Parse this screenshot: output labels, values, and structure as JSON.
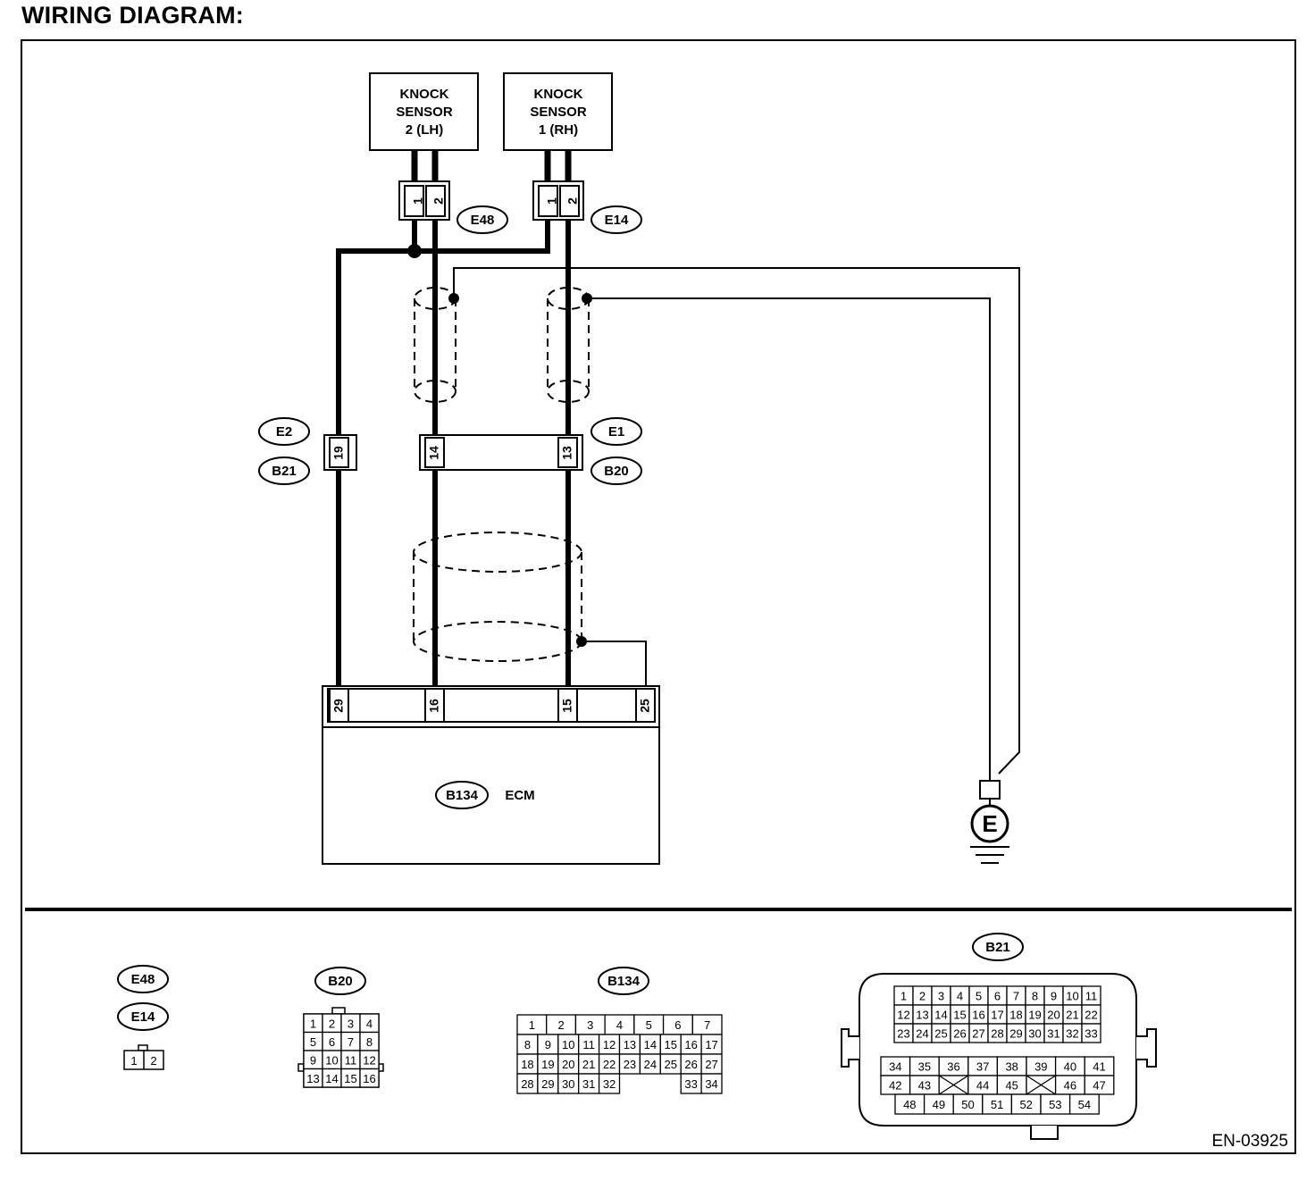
{
  "title": "WIRING DIAGRAM:",
  "components": {
    "ks2": {
      "lines": [
        "KNOCK",
        "SENSOR",
        "2 (LH)"
      ]
    },
    "ks1": {
      "lines": [
        "KNOCK",
        "SENSOR",
        "1 (RH)"
      ]
    },
    "ecm": {
      "label": "ECM",
      "connector": "B134"
    },
    "ground": {
      "label": "E"
    }
  },
  "connectors": {
    "e48": {
      "id": "E48",
      "pins": [
        "1",
        "2"
      ]
    },
    "e14": {
      "id": "E14",
      "pins": [
        "1",
        "2"
      ]
    },
    "e2": {
      "id": "E2",
      "pin": "19"
    },
    "b21": {
      "id": "B21"
    },
    "e1": {
      "id": "E1",
      "pins": [
        "14",
        "13"
      ]
    },
    "b20": {
      "id": "B20"
    },
    "ecm_pins": [
      "29",
      "16",
      "15",
      "25"
    ]
  },
  "faces": {
    "e48_e14": {
      "ids": [
        "E48",
        "E14"
      ],
      "pins": [
        "1",
        "2"
      ]
    },
    "b20": {
      "id": "B20",
      "rows": [
        [
          "1",
          "2",
          "3",
          "4"
        ],
        [
          "5",
          "6",
          "7",
          "8"
        ],
        [
          "9",
          "10",
          "11",
          "12"
        ],
        [
          "13",
          "14",
          "15",
          "16"
        ]
      ]
    },
    "b134": {
      "id": "B134",
      "row1": [
        "1",
        "2",
        "3",
        "4",
        "5",
        "6",
        "7"
      ],
      "row2": [
        "8",
        "9",
        "10",
        "11",
        "12",
        "13",
        "14",
        "15",
        "16",
        "17"
      ],
      "row3": [
        "18",
        "19",
        "20",
        "21",
        "22",
        "23",
        "24",
        "25",
        "26",
        "27"
      ],
      "row4": [
        "28",
        "29",
        "30",
        "31",
        "32",
        "33",
        "34"
      ]
    },
    "b21": {
      "id": "B21",
      "row1": [
        "1",
        "2",
        "3",
        "4",
        "5",
        "6",
        "7",
        "8",
        "9",
        "10",
        "11"
      ],
      "row2": [
        "12",
        "13",
        "14",
        "15",
        "16",
        "17",
        "18",
        "19",
        "20",
        "21",
        "22"
      ],
      "row3": [
        "23",
        "24",
        "25",
        "26",
        "27",
        "28",
        "29",
        "30",
        "31",
        "32",
        "33"
      ],
      "row4": [
        "34",
        "35",
        "36",
        "37",
        "38",
        "39",
        "40",
        "41"
      ],
      "row5": [
        "42",
        "43",
        "44",
        "45",
        "46",
        "47"
      ],
      "row6": [
        "48",
        "49",
        "50",
        "51",
        "52",
        "53",
        "54"
      ]
    }
  },
  "footer_code": "EN-03925"
}
